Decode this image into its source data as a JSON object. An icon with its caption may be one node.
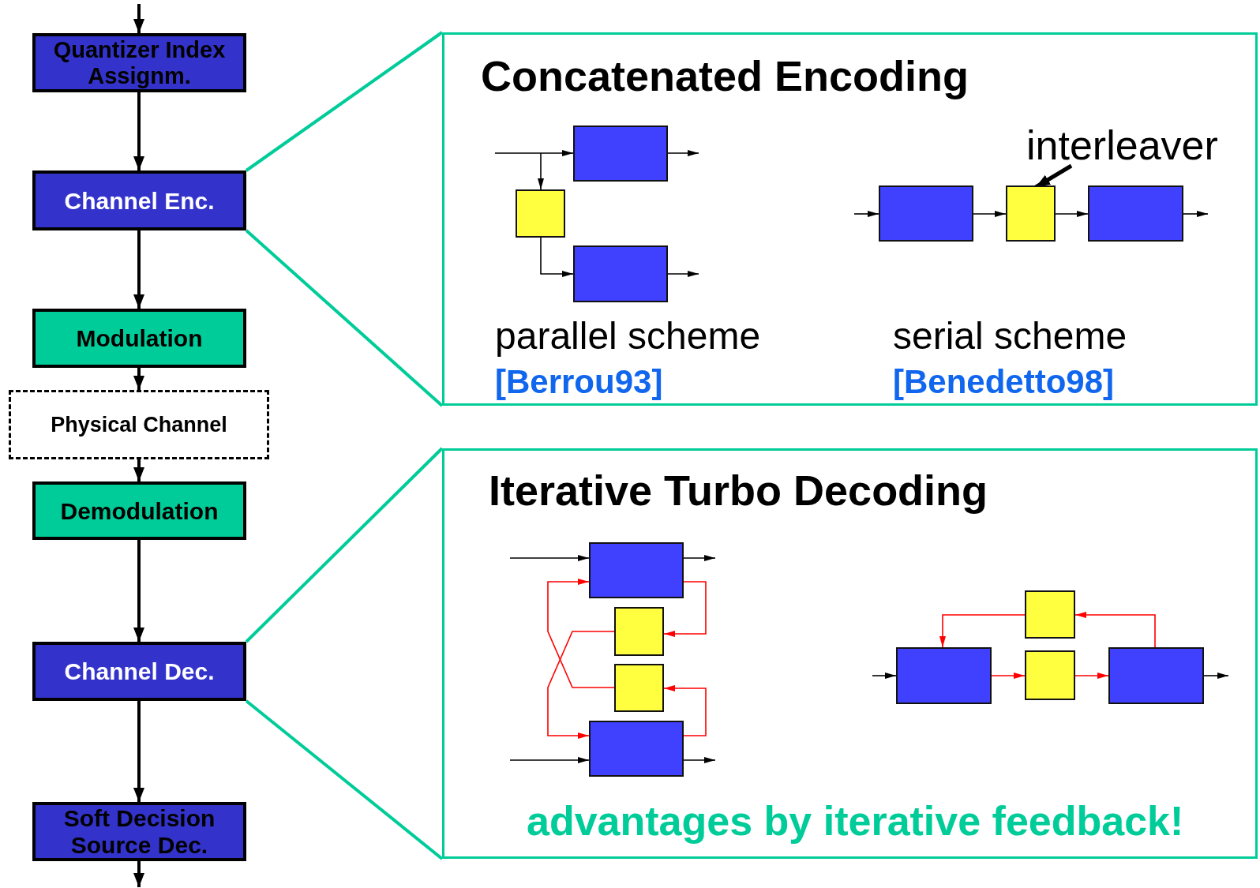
{
  "diagram": {
    "nodes": [
      {
        "text": [
          "Quantizer Index Assignm."
        ]
      },
      {
        "text": [
          "Channel Enc."
        ]
      },
      {
        "text": [
          "Modulation"
        ]
      },
      {
        "text": [
          "Physical Channel"
        ]
      },
      {
        "text": [
          "Demodulation"
        ]
      },
      {
        "text": [
          "Channel Dec."
        ]
      },
      {
        "text": [
          "Soft Decision Source Dec."
        ]
      },
      {
        "text": [
          "Concatenated Encoding"
        ]
      },
      {
        "text": [],
        "shape": "box",
        "in": 7
      },
      {
        "text": [],
        "shape": "box",
        "in": 7
      },
      {
        "text": [],
        "shape": "box",
        "in": 7
      },
      {
        "text": [
          "interleaver"
        ],
        "in": 7
      },
      {
        "text": [],
        "shape": "box",
        "in": 7
      },
      {
        "text": [],
        "shape": "box",
        "in": 7
      },
      {
        "text": [],
        "shape": "box",
        "in": 7
      },
      {
        "text": [
          "Iterative Turbo Decoding",
          "advantages by iterative feedback!"
        ]
      },
      {
        "text": [],
        "shape": "box",
        "in": 15
      },
      {
        "text": [],
        "shape": "box",
        "in": 15
      },
      {
        "text": [],
        "shape": "box",
        "in": 15
      },
      {
        "text": [],
        "shape": "box",
        "in": 15
      },
      {
        "text": [],
        "shape": "box",
        "in": 15
      },
      {
        "text": [],
        "shape": "box",
        "in": 15
      },
      {
        "text": [],
        "shape": "box",
        "in": 15
      },
      {
        "text": [],
        "shape": "box",
        "in": 15
      }
    ],
    "edges": [
      {
        "from": null,
        "to": 0,
        "arrow": "to",
        "style": "thick"
      },
      {
        "from": 0,
        "to": 1,
        "arrow": "to",
        "style": "thick"
      },
      {
        "from": 1,
        "to": 2,
        "arrow": "to",
        "style": "thick"
      },
      {
        "from": 2,
        "to": 3,
        "arrow": "to",
        "style": "thick"
      },
      {
        "from": 3,
        "to": 4,
        "arrow": "to",
        "style": "thick"
      },
      {
        "from": 4,
        "to": 5,
        "arrow": "to",
        "style": "thick"
      },
      {
        "from": 5,
        "to": 6,
        "arrow": "to",
        "style": "thick"
      },
      {
        "from": 6,
        "to": null,
        "arrow": "to",
        "style": "thick"
      },
      {
        "from": 1,
        "to": 7,
        "arrow": "none",
        "style": "thick",
        "color": "#00cc99"
      },
      {
        "from": 1,
        "to": 7,
        "arrow": "none",
        "style": "thick",
        "color": "#00cc99"
      },
      {
        "from": null,
        "to": 8,
        "arrow": "to"
      },
      {
        "from": null,
        "to": 9,
        "arrow": "to"
      },
      {
        "from": 9,
        "to": 10,
        "arrow": "to"
      },
      {
        "from": 8,
        "to": null,
        "arrow": "to"
      },
      {
        "from": 10,
        "to": null,
        "arrow": "to"
      },
      {
        "from": 11,
        "to": 13,
        "arrow": "to",
        "style": "thick"
      },
      {
        "from": null,
        "to": 12,
        "arrow": "to"
      },
      {
        "from": 12,
        "to": 13,
        "arrow": "to"
      },
      {
        "from": 13,
        "to": 14,
        "arrow": "to"
      },
      {
        "from": 14,
        "to": null,
        "arrow": "to"
      },
      {
        "from": 5,
        "to": 15,
        "arrow": "none",
        "style": "thick",
        "color": "#00cc99"
      },
      {
        "from": 5,
        "to": 15,
        "arrow": "none",
        "style": "thick",
        "color": "#00cc99"
      },
      {
        "from": null,
        "to": 16,
        "arrow": "to"
      },
      {
        "from": 16,
        "to": null,
        "arrow": "to"
      },
      {
        "from": null,
        "to": 19,
        "arrow": "to"
      },
      {
        "from": 19,
        "to": null,
        "arrow": "to"
      },
      {
        "from": 16,
        "to": 17,
        "arrow": "to",
        "color": "#ff0000"
      },
      {
        "from": 19,
        "to": 18,
        "arrow": "to",
        "color": "#ff0000"
      },
      {
        "from": 17,
        "to": 19,
        "arrow": "to",
        "color": "#ff0000"
      },
      {
        "from": 18,
        "to": 16,
        "arrow": "to",
        "color": "#ff0000"
      },
      {
        "from": null,
        "to": 21,
        "arrow": "to"
      },
      {
        "from": 21,
        "to": 22,
        "arrow": "to",
        "color": "#ff0000"
      },
      {
        "from": 22,
        "to": 23,
        "arrow": "to",
        "color": "#ff0000"
      },
      {
        "from": 23,
        "to": null,
        "arrow": "to"
      },
      {
        "from": 23,
        "to": 20,
        "arrow": "to",
        "color": "#ff0000"
      },
      {
        "from": 20,
        "to": 21,
        "arrow": "to",
        "color": "#ff0000"
      }
    ],
    "labels": [
      "parallel scheme",
      "[Berrou93]",
      "serial scheme",
      "[Benedetto98]"
    ]
  }
}
